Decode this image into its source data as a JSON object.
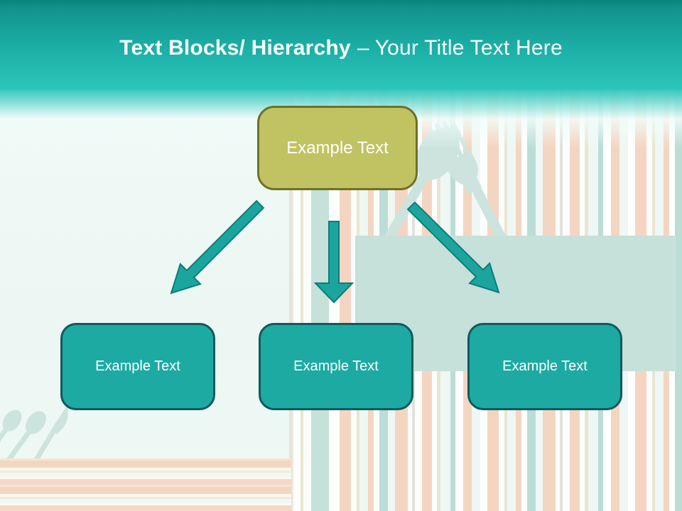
{
  "slide": {
    "header": {
      "title_bold": "Text Blocks/ Hierarchy",
      "title_regular": "– Your Title Text Here"
    },
    "diagram": {
      "root": {
        "label": "Example Text"
      },
      "children": [
        {
          "label": "Example Text"
        },
        {
          "label": "Example Text"
        },
        {
          "label": "Example Text"
        }
      ],
      "arrows": [
        "down-left",
        "down",
        "down-right"
      ]
    },
    "colors": {
      "header_teal_top": "#0b827d",
      "header_teal_bottom": "#2dc5ba",
      "root_fill": "#c1c262",
      "root_border": "#6f7029",
      "child_fill": "#1daaa3",
      "child_border": "#0f5a5e",
      "arrow_fill": "#1ba59e",
      "arrow_stroke": "#0d7c79",
      "accent_block": "#c6e0da",
      "stripe_peach": "#f4d5c2",
      "stripe_teal": "#bcdcd6",
      "stripe_cream": "#e9e6cf",
      "background_mint": "#eef8f4",
      "title_text": "#fcfefe",
      "node_text": "#ffffff"
    }
  }
}
